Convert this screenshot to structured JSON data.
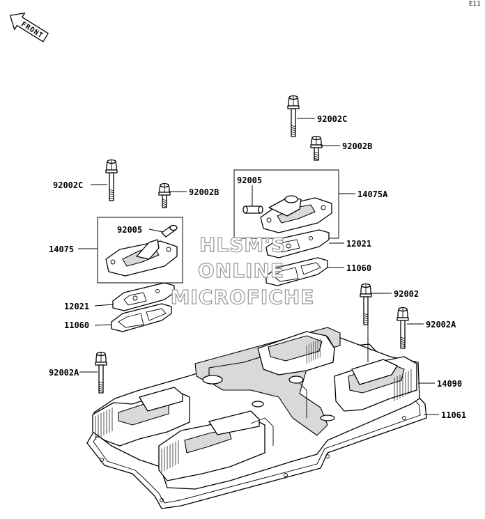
{
  "diagram_code": "E11",
  "front_indicator": {
    "text": "FRONT",
    "icon": "front-arrow-icon"
  },
  "watermark": {
    "line1": "HLSM'S",
    "line2": "ONLINE",
    "line3": "MICROFICHE"
  },
  "callouts": {
    "bolt_92002C_right": "92002C",
    "bolt_92002B_right": "92002B",
    "cap_92005_right": "92005",
    "cover_14075A": "14075A",
    "gasket_12021_right": "12021",
    "gasket_11060_right": "11060",
    "bolt_92002": "92002",
    "bolt_92002A_right": "92002A",
    "cover_14090": "14090",
    "gasket_11061": "11061",
    "bolt_92002C_left": "92002C",
    "bolt_92002B_left": "92002B",
    "cap_92005_left": "92005",
    "cover_14075": "14075",
    "gasket_12021_left": "12021",
    "gasket_11060_left": "11060",
    "bolt_92002A_left": "92002A"
  }
}
